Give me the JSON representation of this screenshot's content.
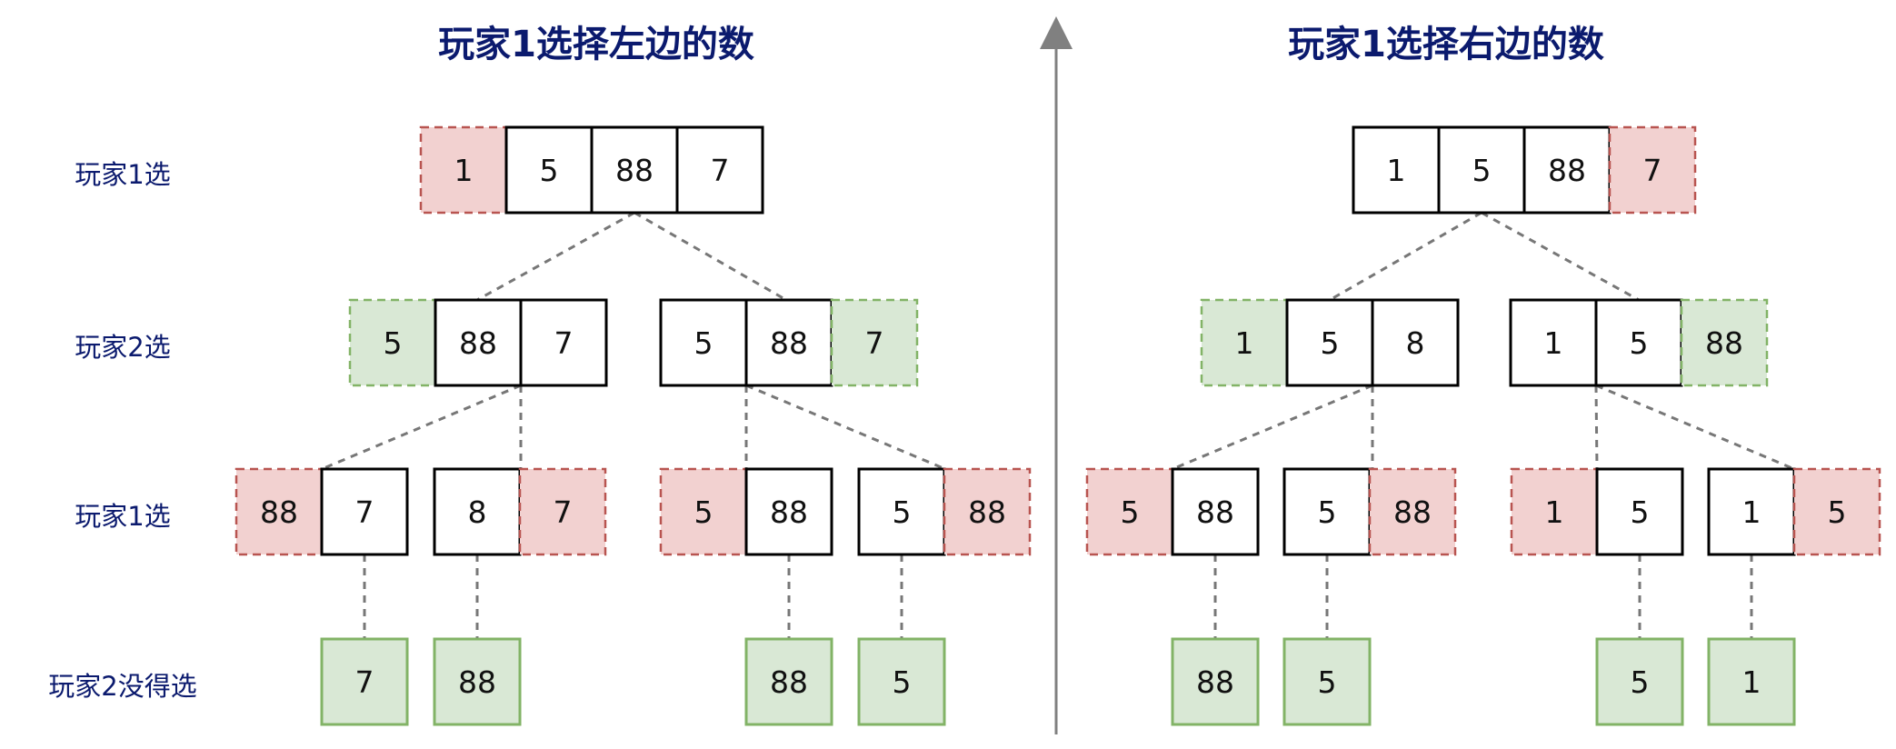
{
  "colors": {
    "title": "#0b1a6e",
    "label": "#0b1a6e",
    "picked_red_fill": "#f2d1d0",
    "picked_red_border": "#b85450",
    "picked_green_fill": "#d9e8d5",
    "picked_green_border": "#82b366",
    "cell_border": "#000000",
    "connector": "#777777",
    "divider": "#808080"
  },
  "titles": {
    "left": "玩家1选择左边的数",
    "right": "玩家1选择右边的数"
  },
  "row_labels": [
    "玩家1选",
    "玩家2选",
    "玩家1选",
    "玩家2没得选"
  ],
  "left_tree": {
    "root": [
      "1",
      "5",
      "88",
      "7"
    ],
    "level2": [
      [
        "5",
        "88",
        "7"
      ],
      [
        "5",
        "88",
        "7"
      ]
    ],
    "level3": [
      [
        "88",
        "7"
      ],
      [
        "8",
        "7"
      ],
      [
        "5",
        "88"
      ],
      [
        "5",
        "88"
      ]
    ],
    "leaves": [
      "7",
      "88",
      "88",
      "5"
    ]
  },
  "right_tree": {
    "root": [
      "1",
      "5",
      "88",
      "7"
    ],
    "level2": [
      [
        "1",
        "5",
        "8"
      ],
      [
        "1",
        "5",
        "88"
      ]
    ],
    "level3": [
      [
        "5",
        "88"
      ],
      [
        "5",
        "88"
      ],
      [
        "1",
        "5"
      ],
      [
        "1",
        "5"
      ]
    ],
    "leaves": [
      "88",
      "5",
      "5",
      "1"
    ]
  }
}
